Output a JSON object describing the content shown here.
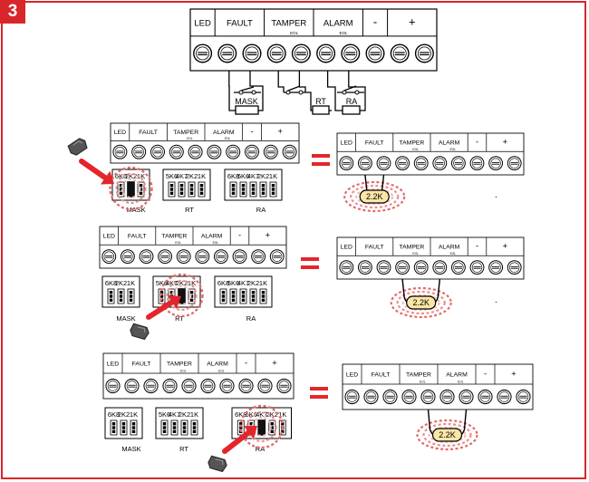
{
  "step_number": "3",
  "terminal_labels": {
    "led": "LED",
    "fault": "FAULT",
    "tamper": "TAMPER",
    "alarm": "ALARM",
    "minus": "-",
    "plus": "+",
    "eol": "EOL"
  },
  "top_diagram": {
    "mask_label": "MASK",
    "rt_label": "RT",
    "ra_label": "RA"
  },
  "jumper_labels": {
    "mask": [
      "6K8",
      "2K2",
      "1K"
    ],
    "rt": [
      "5K6",
      "4K7",
      "2K2",
      "1K"
    ],
    "ra": [
      "6K8",
      "5K6",
      "4K7",
      "2K2",
      "1K"
    ]
  },
  "group_labels": {
    "mask": "MASK",
    "rt": "RT",
    "ra": "RA"
  },
  "equals_sign": "=",
  "resistor_value": "2.2K",
  "trailing_dot": "."
}
